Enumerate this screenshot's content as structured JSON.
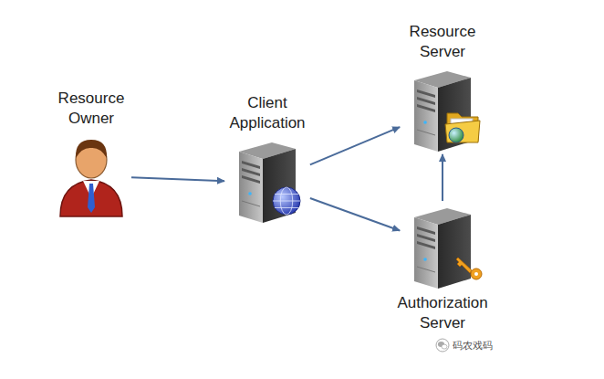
{
  "diagram": {
    "nodes": [
      {
        "text": [
          "Resource Owner"
        ]
      },
      {
        "text": [
          "Client Application"
        ]
      },
      {
        "text": [
          "Resource Server"
        ]
      },
      {
        "text": [
          "Authorization Server"
        ]
      }
    ],
    "edges": [
      {
        "from": 0,
        "to": 1,
        "arrow": "to"
      },
      {
        "from": 1,
        "to": 2,
        "arrow": "to"
      },
      {
        "from": 1,
        "to": 3,
        "arrow": "to"
      },
      {
        "from": 3,
        "to": 2,
        "arrow": "to"
      }
    ],
    "labels": [
      "码农戏码"
    ]
  }
}
